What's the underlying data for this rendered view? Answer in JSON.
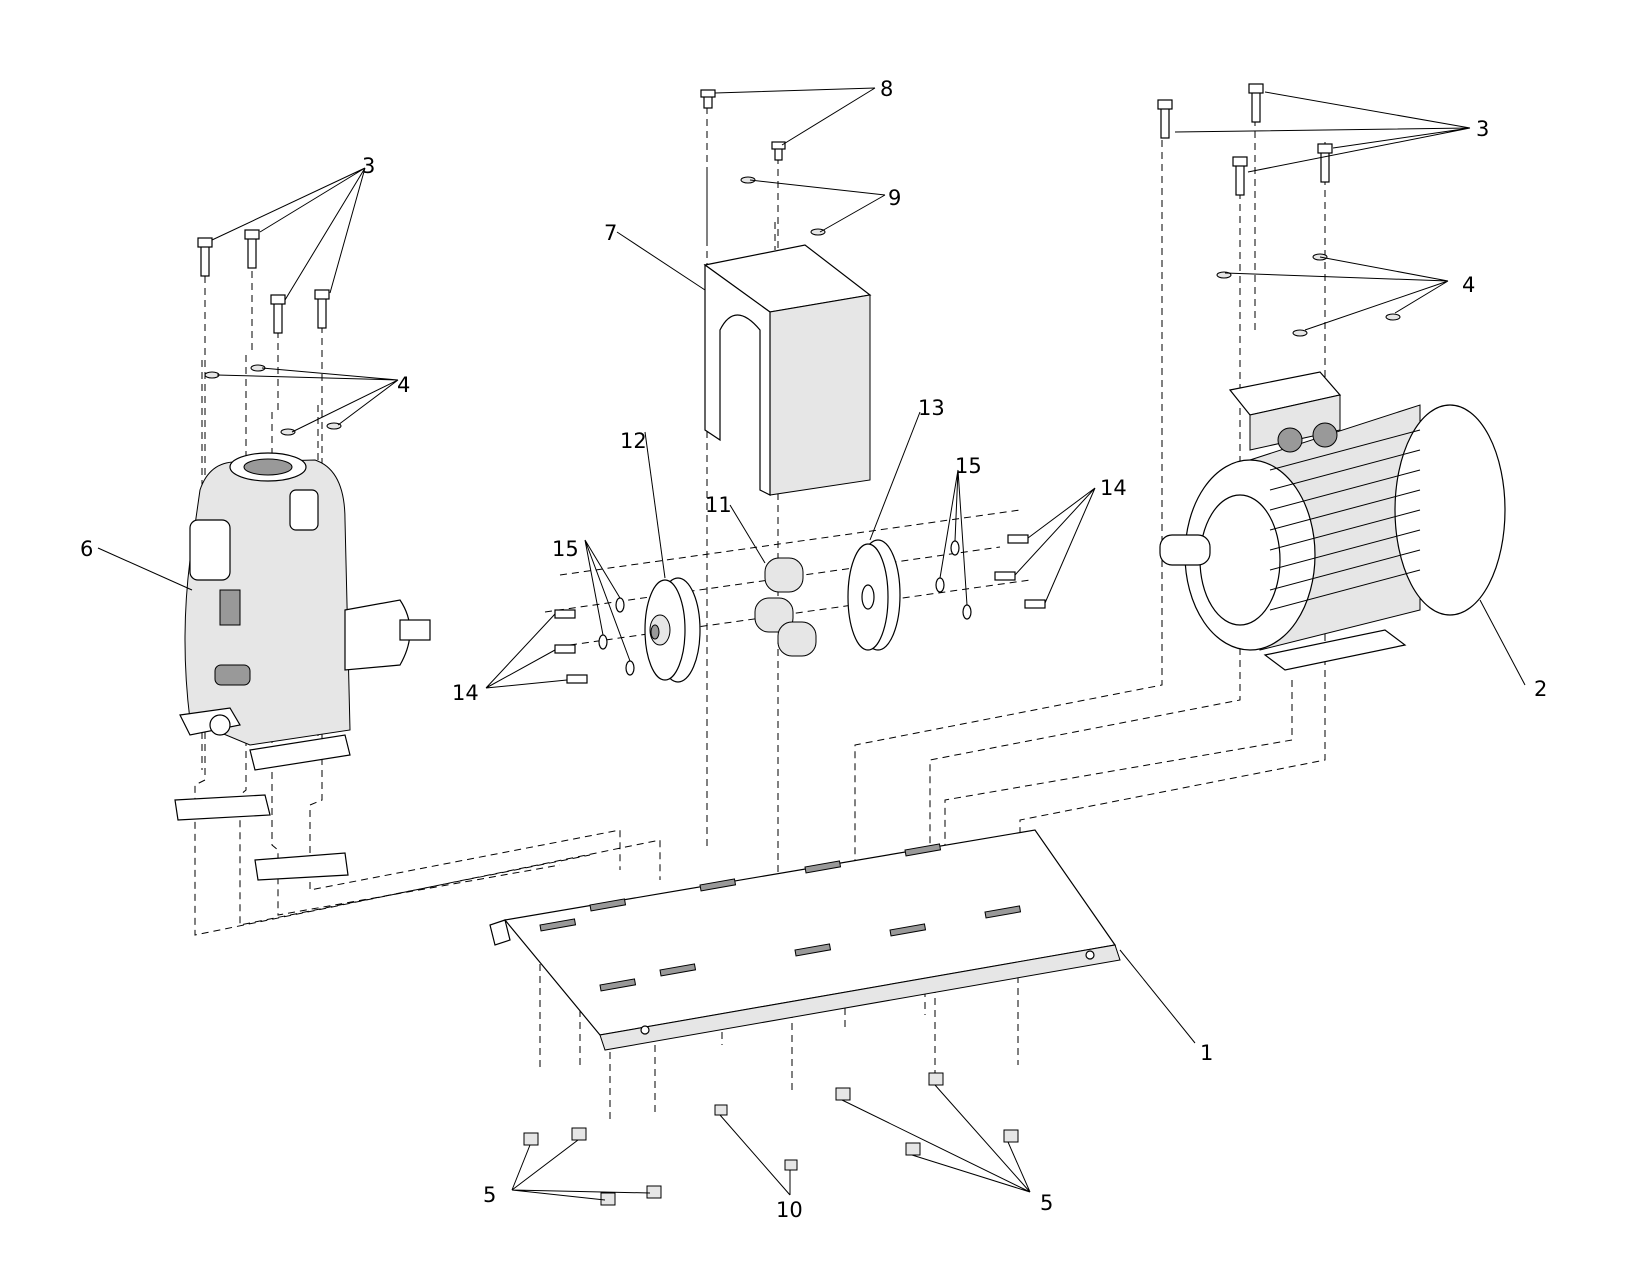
{
  "title": "Pump and motor base assembly exploded view",
  "callouts": {
    "base_plate": "1",
    "motor": "2",
    "bolt_motor": "3",
    "bolt_pump": "3",
    "washer_motor": "4",
    "washer_pump": "4",
    "nut_left": "5",
    "nut_right": "5",
    "pump": "6",
    "guard": "7",
    "guard_screw": "8",
    "guard_washer": "9",
    "guard_nut": "10",
    "coupling_insert": "11",
    "coupling_half_pump": "12",
    "coupling_half_motor": "13",
    "coupling_bolt_left": "14",
    "coupling_bolt_right": "14",
    "coupling_washer_left": "15",
    "coupling_washer_right": "15"
  }
}
